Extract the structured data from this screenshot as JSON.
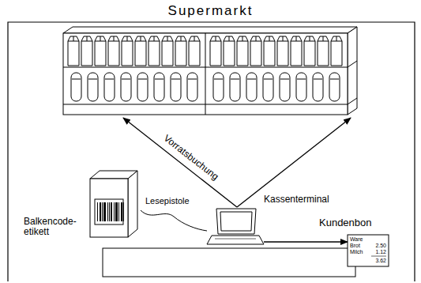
{
  "diagram": {
    "title": "Supermarkt",
    "nodes": [
      {
        "text": [
          "Balkencode- etikett"
        ]
      },
      {
        "text": [
          "Kassenterminal"
        ]
      },
      {
        "text": [
          "Kundenbon",
          "Ware",
          "Brot",
          "2.50",
          "Milch",
          "1.12",
          "3.62"
        ]
      }
    ],
    "edges": [
      {
        "from": 0,
        "to": 1,
        "arrow": "none",
        "label": "Lesepistole"
      },
      {
        "from": 1,
        "to": 2,
        "arrow": "to"
      }
    ],
    "labels": [
      "Vorratsbuchung"
    ]
  }
}
